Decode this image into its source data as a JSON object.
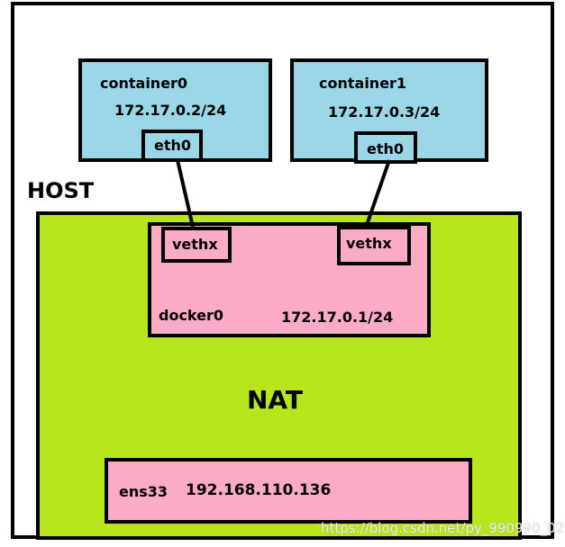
{
  "host": {
    "label": "HOST"
  },
  "containers": [
    {
      "name": "container0",
      "ip": "172.17.0.2/24",
      "iface": "eth0"
    },
    {
      "name": "container1",
      "ip": "172.17.0.3/24",
      "iface": "eth0"
    }
  ],
  "bridge": {
    "name": "docker0",
    "ip": "172.17.0.1/24",
    "veths": [
      "vethx",
      "vethx"
    ]
  },
  "nat": {
    "label": "NAT"
  },
  "nic": {
    "name": "ens33",
    "ip": "192.168.110.136"
  },
  "watermark": "https://blog.csdn.net/py_990990_02",
  "colors": {
    "container": "#9ad8e8",
    "host_inner": "#b8e61e",
    "bridge": "#fbaac8"
  }
}
